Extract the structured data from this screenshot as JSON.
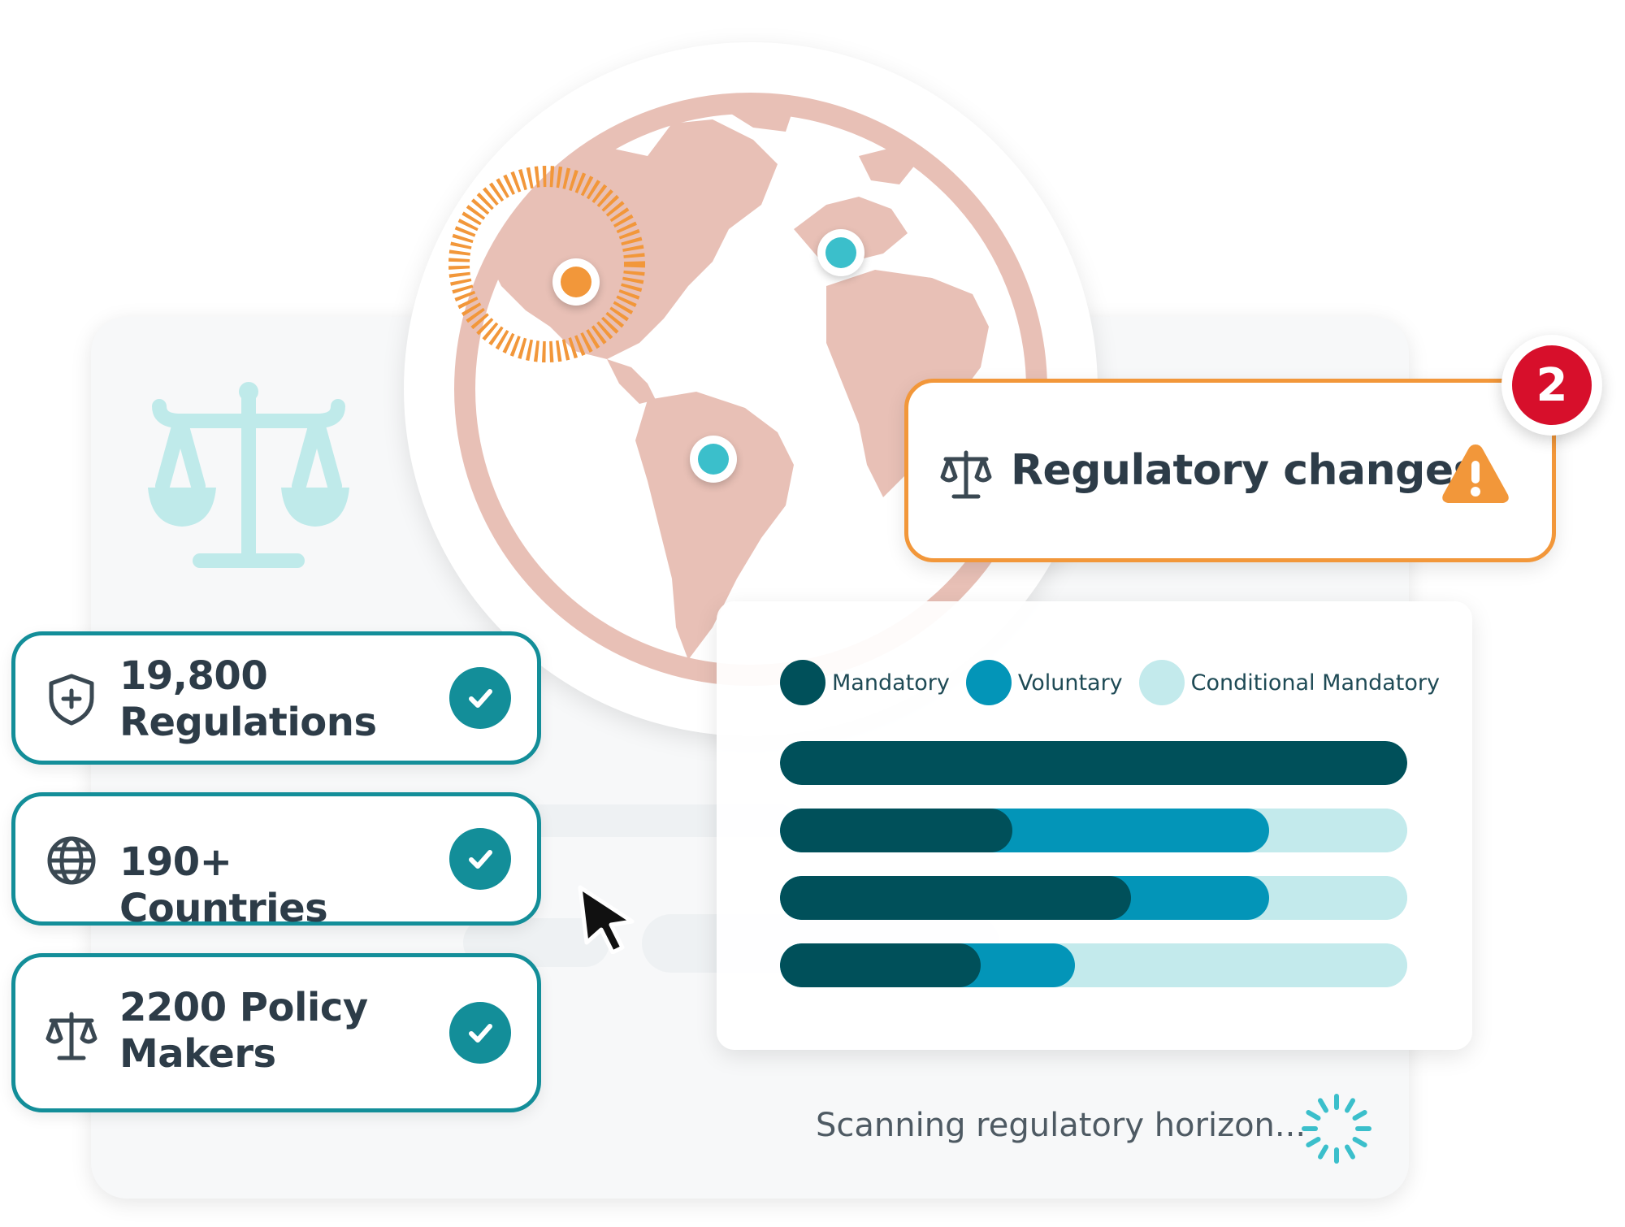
{
  "stats": [
    {
      "line1": "19,800",
      "line2": "Regulations",
      "icon": "shield-plus-icon"
    },
    {
      "line1": "190+ Countries",
      "line2": "",
      "icon": "globe-icon"
    },
    {
      "line1": "2200 Policy",
      "line2": "Makers",
      "icon": "scales-icon"
    }
  ],
  "alert": {
    "title": "Regulatory changes",
    "badge_count": "2",
    "icon": "warning-icon"
  },
  "colors": {
    "mandatory": "#00505a",
    "voluntary": "#0395b8",
    "conditional_mandatory": "#c3eaec",
    "accent_teal": "#138e99",
    "accent_orange": "#f2973a",
    "badge_red": "#d70f2b",
    "globe": "#e8c0b6"
  },
  "status_text": "Scanning regulatory horizon...",
  "chart_data": {
    "type": "bar",
    "orientation": "horizontal",
    "stacked": true,
    "normalized": true,
    "legend_position": "top",
    "series": [
      {
        "name": "Mandatory",
        "values": [
          1.0,
          0.37,
          0.56,
          0.32
        ]
      },
      {
        "name": "Voluntary",
        "values": [
          0.0,
          0.41,
          0.22,
          0.15
        ]
      },
      {
        "name": "Conditional Mandatory",
        "values": [
          0.0,
          0.22,
          0.22,
          0.53
        ]
      }
    ]
  }
}
